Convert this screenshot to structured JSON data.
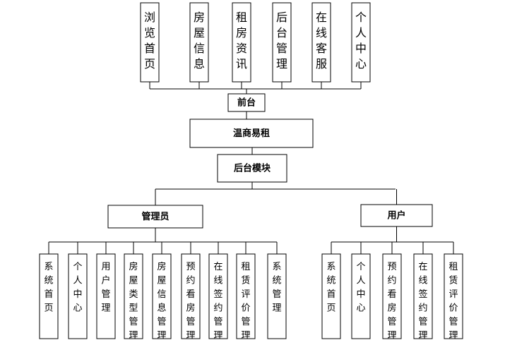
{
  "top_modules": [
    "浏览首页",
    "房屋信息",
    "租房资讯",
    "后台管理",
    "在线客服",
    "个人中心"
  ],
  "front": "前台",
  "system": "温商易租",
  "backend": "后台模块",
  "roles": [
    {
      "name": "管理员",
      "children": [
        "系统首页",
        "个人中心",
        "用户管理",
        "房屋类型管理",
        "房屋信息管理",
        "预约看房管理",
        "在线签约管理",
        "租赁评价管理",
        "系统管理"
      ]
    },
    {
      "name": "用户",
      "children": [
        "系统首页",
        "个人中心",
        "预约看房管理",
        "在线签约管理",
        "租赁评价管理"
      ]
    }
  ]
}
